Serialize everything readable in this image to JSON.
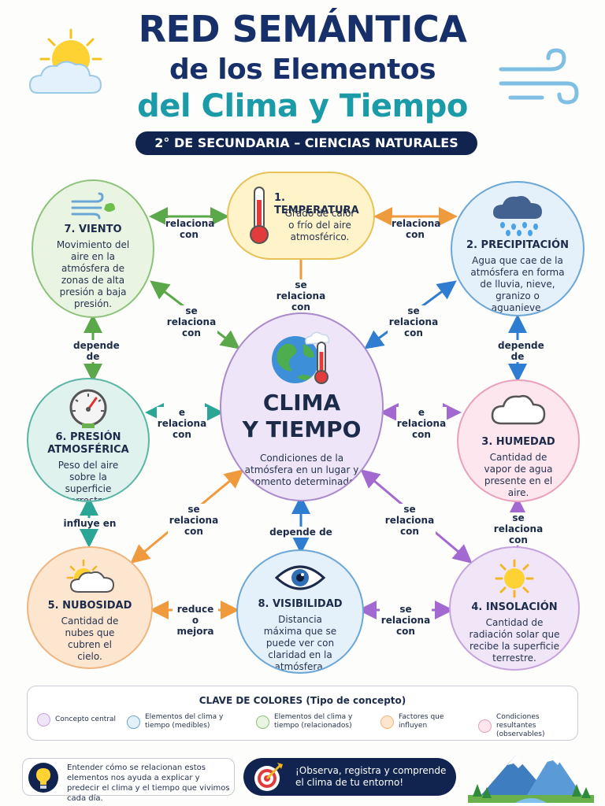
{
  "header": {
    "title_line1": "RED SEMÁNTICA",
    "title_line2": "de los Elementos",
    "title_line3": "del Clima y Tiempo",
    "subtitle": "2° DE SECUNDARIA – CIENCIAS NATURALES"
  },
  "center": {
    "title_line1": "CLIMA",
    "title_line2": "Y TIEMPO",
    "description": "Condiciones de la atmósfera en un lugar y momento determinado.",
    "icon": "globe-thermometer-icon"
  },
  "nodes": {
    "temperatura": {
      "title": "1. TEMPERATURA",
      "description": "Grado de calor o frío del aire atmosférico.",
      "icon": "thermometer-icon",
      "color": "#e8c158"
    },
    "precipitacion": {
      "title": "2. PRECIPITACIÓN",
      "description": "Agua que cae de la atmósfera en forma de lluvia, nieve, granizo o aguanieve.",
      "icon": "rain-cloud-icon",
      "color": "#6aa6d6"
    },
    "humedad": {
      "title": "3. HUMEDAD",
      "description": "Cantidad de vapor de agua presente en el aire.",
      "icon": "cloud-icon",
      "color": "#eaa0bd"
    },
    "insolacion": {
      "title": "4. INSOLACIÓN",
      "description": "Cantidad de radiación solar que recibe la superficie terrestre.",
      "icon": "sun-icon",
      "color": "#c5a2dc"
    },
    "nubosidad": {
      "title": "5. NUBOSIDAD",
      "description": "Cantidad de nubes que cubren el cielo.",
      "icon": "sun-cloud-icon",
      "color": "#f0b57d"
    },
    "presion": {
      "title_line1": "6. PRESIÓN",
      "title_line2": "ATMOSFÉRICA",
      "description": "Peso del aire sobre la superficie terrestre.",
      "icon": "barometer-icon",
      "color": "#5bb5a4"
    },
    "viento": {
      "title": "7. VIENTO",
      "description": "Movimiento del aire en la atmósfera de zonas de alta presión a baja presión.",
      "icon": "wind-icon",
      "color": "#8cc27a"
    },
    "visibilidad": {
      "title": "8. VISIBILIDAD",
      "description": "Distancia máxima que se puede ver con claridad en la atmósfera.",
      "icon": "eye-icon",
      "color": "#6aa6d6"
    }
  },
  "relations": {
    "se_relaciona_con": "se relaciona con",
    "se_relaciona_con_clipped": "e relaciona con",
    "relaciona_con_short": "relaciona con",
    "depende_de": "depende de",
    "influye_en": "influye en",
    "reduce_o_mejora": "reduce o mejora"
  },
  "legend": {
    "title": "CLAVE DE COLORES (Tipo de concepto)",
    "items": [
      {
        "label": "Concepto central",
        "color": "#c5a2dc"
      },
      {
        "label": "Elementos del clima y tiempo (medibles)",
        "color": "#6aa6d6"
      },
      {
        "label": "Elementos del clima y tiempo (relacionados)",
        "color": "#8cc27a"
      },
      {
        "label": "Factores que influyen",
        "color": "#f0b57d"
      },
      {
        "label": "Condiciones resultantes (observables)",
        "color": "#eaa0bd"
      }
    ]
  },
  "footer": {
    "note": "Entender cómo se relacionan estos elementos nos ayuda a explicar y predecir el clima y el tiempo que vivimos cada día.",
    "cta": "¡Observa, registra y comprende el clima de tu entorno!",
    "note_icon": "lightbulb-icon",
    "cta_icon": "target-icon"
  }
}
